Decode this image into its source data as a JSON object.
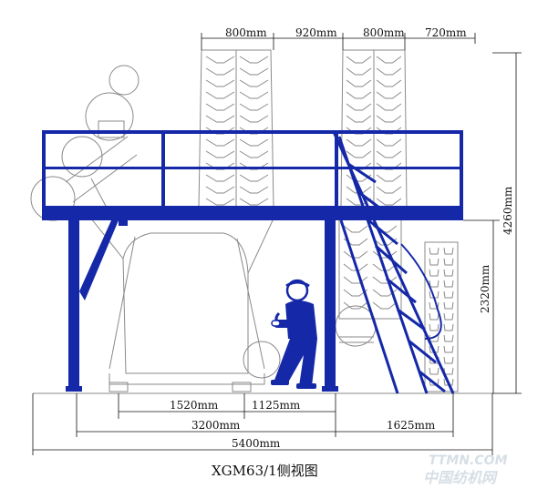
{
  "caption": "XGM63/1侧视图",
  "dimensions": {
    "top": [
      "800mm",
      "920mm",
      "800mm",
      "720mm"
    ],
    "right_total": "4260mm",
    "right_platform": "2320mm",
    "bottom_1520": "1520mm",
    "bottom_1125": "1125mm",
    "bottom_3200": "3200mm",
    "bottom_1625": "1625mm",
    "bottom_5400": "5400mm"
  },
  "watermark": {
    "line1": "TTMN.COM",
    "line2": "中国纺机网"
  },
  "colors": {
    "structure_blue": "#1428a8",
    "line_gray": "#8a8a8a",
    "dim_black": "#111111",
    "watermark": "#d6dfe6"
  }
}
